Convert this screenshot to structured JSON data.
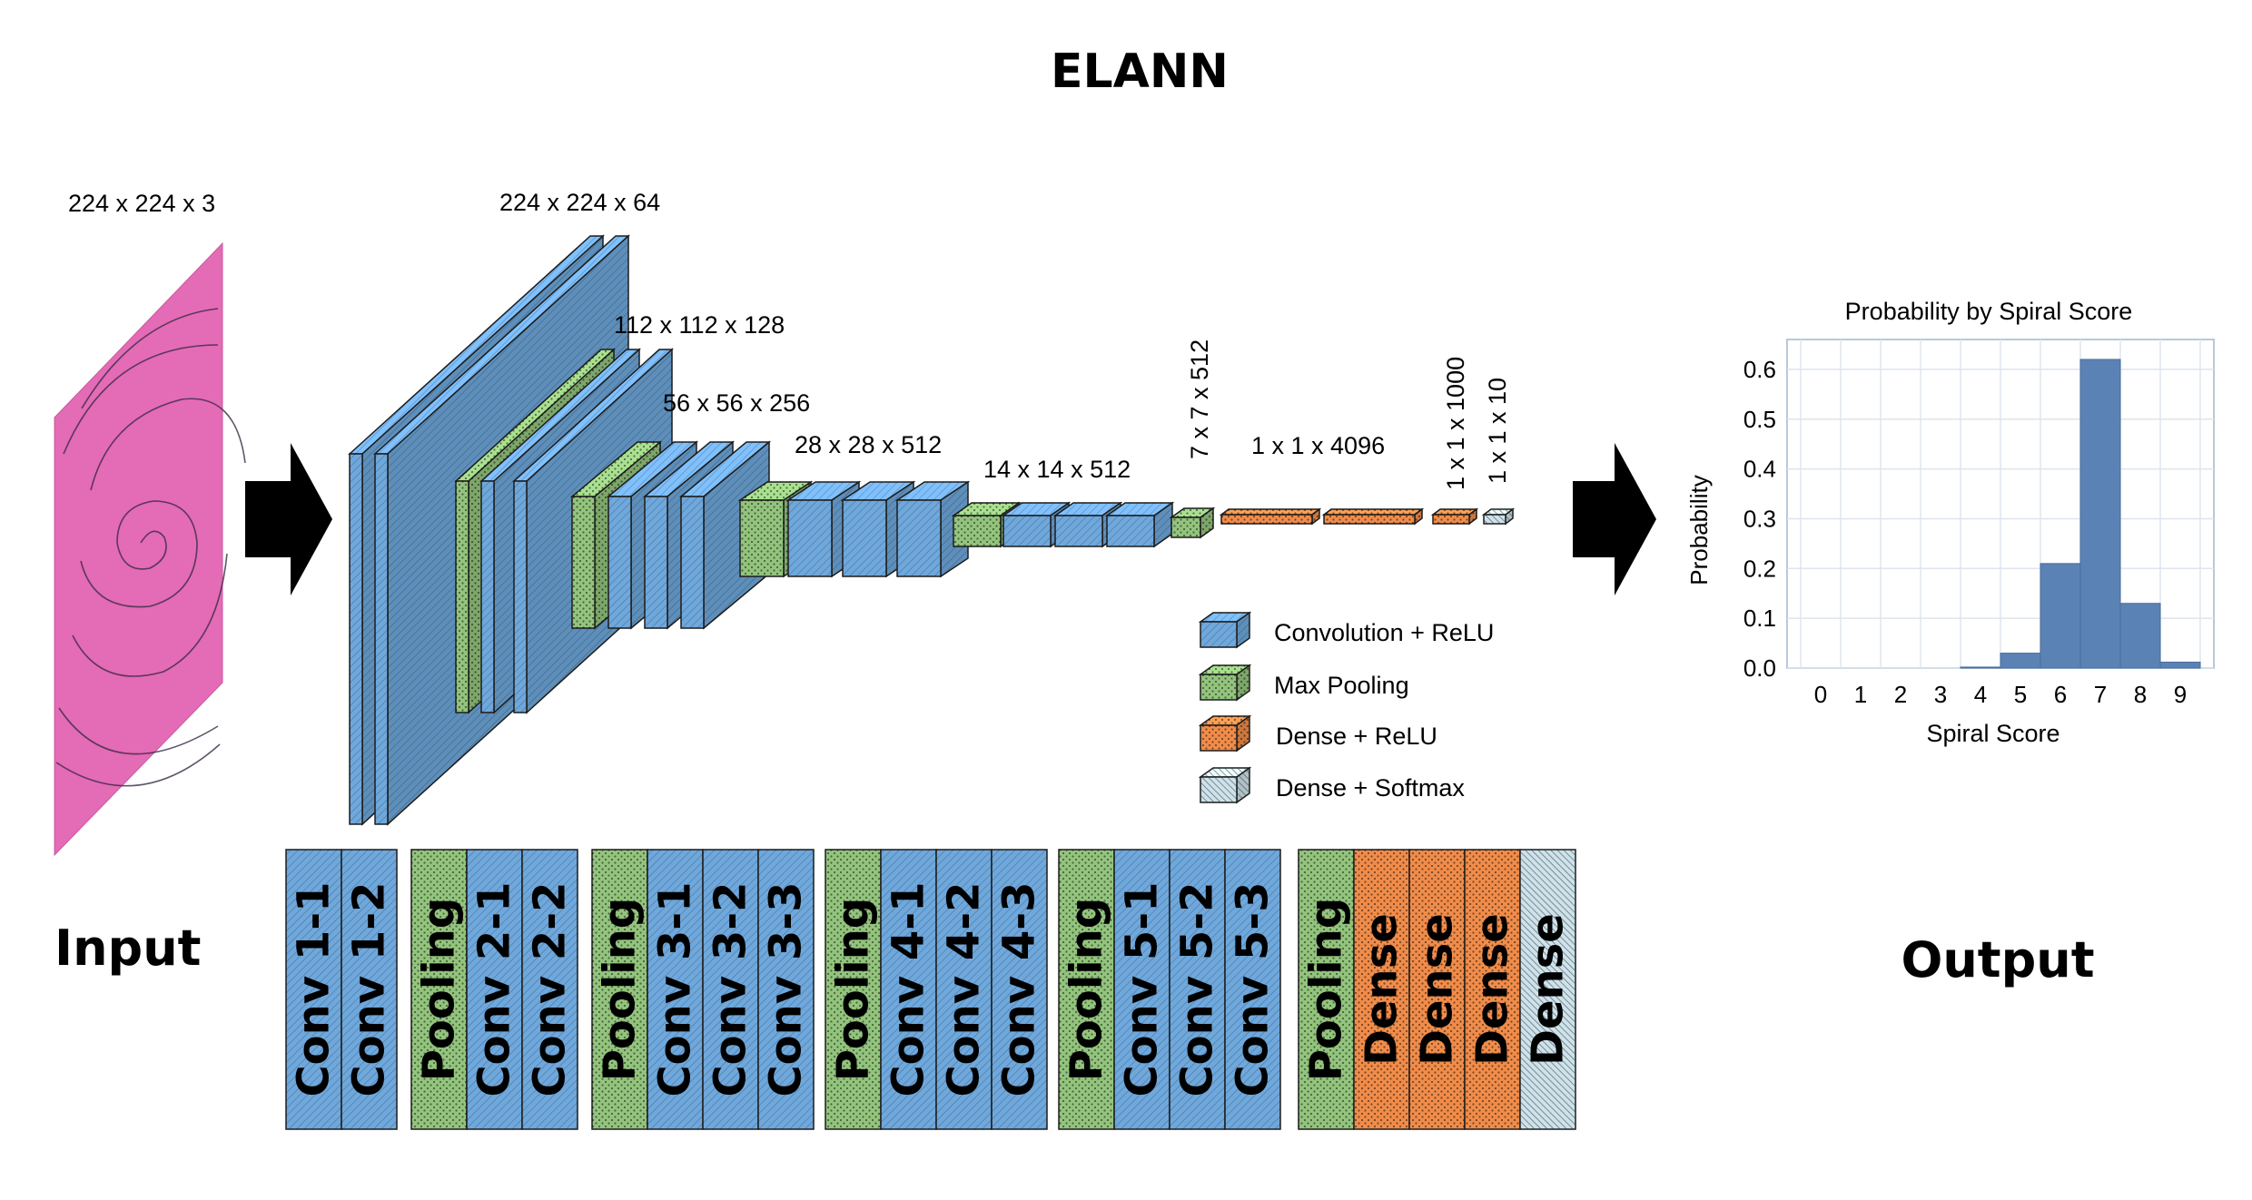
{
  "title": "ELANN",
  "input": {
    "label": "Input",
    "dims": "224 x 224 x 3"
  },
  "output": {
    "label": "Output"
  },
  "layer_dims": {
    "d1": "224 x 224 x 64",
    "d2": "112 x 112 x 128",
    "d3": "56 x 56 x 256",
    "d4": "28 x 28 x 512",
    "d5": "14 x 14 x 512",
    "d6": "7 x 7 x 512",
    "d7": "1 x 1 x 4096",
    "d8": "1 x 1 x 1000",
    "d9": "1 x 1 x 10"
  },
  "legend": [
    {
      "label": "Convolution + ReLU",
      "color": "#6fa8dc"
    },
    {
      "label": "Max Pooling",
      "color": "#a8d08d"
    },
    {
      "label": "Dense + ReLU",
      "color": "#f0995c"
    },
    {
      "label": "Dense + Softmax",
      "color": "#d6ecf5"
    }
  ],
  "blocks": [
    [
      "Conv 1-1",
      "Conv 1-2"
    ],
    [
      "Pooling",
      "Conv 2-1",
      "Conv 2-2"
    ],
    [
      "Pooling",
      "Conv 3-1",
      "Conv 3-2",
      "Conv 3-3"
    ],
    [
      "Pooling",
      "Conv 4-1",
      "Conv 4-2",
      "Conv 4-3"
    ],
    [
      "Pooling",
      "Conv 5-1",
      "Conv 5-2",
      "Conv 5-3"
    ],
    [
      "Pooling",
      "Dense",
      "Dense",
      "Dense",
      "Dense"
    ]
  ],
  "colors": {
    "conv": "#6fa8dc",
    "pool": "#93c47d",
    "dense": "#f08c4a",
    "softmax": "#cfe2ea",
    "input_image": "#e46bb5",
    "chart_bar": "#5b82b4"
  },
  "chart_data": {
    "type": "bar",
    "title": "Probability by Spiral Score",
    "xlabel": "Spiral Score",
    "ylabel": "Probability",
    "categories": [
      "0",
      "1",
      "2",
      "3",
      "4",
      "5",
      "6",
      "7",
      "8",
      "9"
    ],
    "values": [
      0.0,
      0.0,
      0.0,
      0.0,
      0.002,
      0.03,
      0.21,
      0.62,
      0.13,
      0.012
    ],
    "yticks": [
      "0.0",
      "0.1",
      "0.2",
      "0.3",
      "0.4",
      "0.5",
      "0.6"
    ],
    "ylim": [
      0,
      0.66
    ],
    "grid": true
  }
}
